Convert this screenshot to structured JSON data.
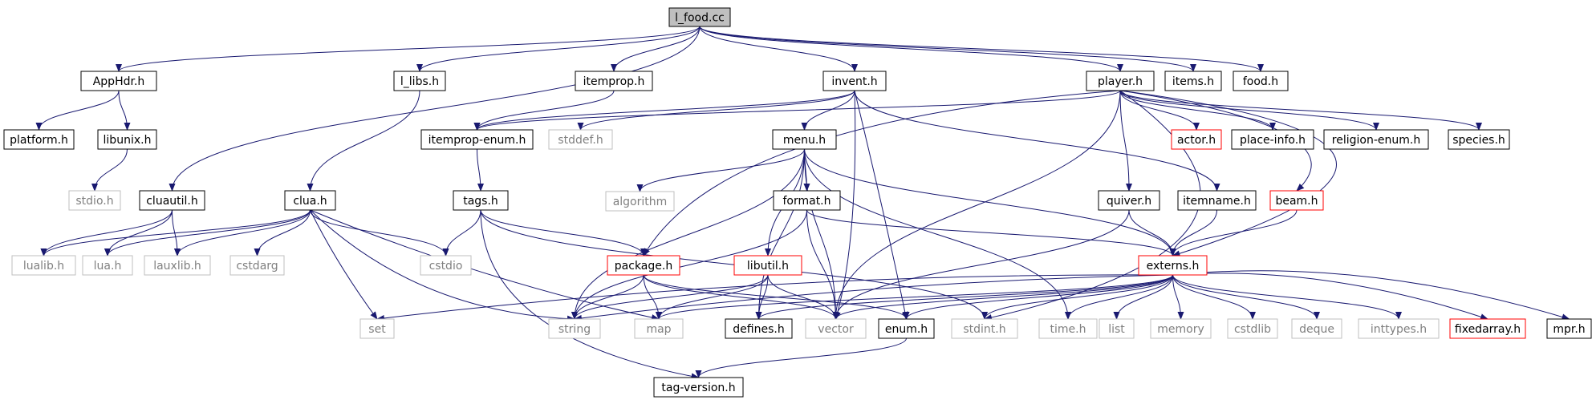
{
  "colors": {
    "edge": "#191970",
    "root_fill": "#bfbfbf",
    "border_black": "#000000",
    "border_red": "#ff0000",
    "border_gray": "#bfbfbf",
    "text_dark": "#000000",
    "text_gray": "#808080"
  },
  "nodes": [
    {
      "id": "l_food_cc",
      "label": "l_food.cc",
      "style": "root"
    },
    {
      "id": "apphdr",
      "label": "AppHdr.h",
      "style": "black"
    },
    {
      "id": "l_libs",
      "label": "l_libs.h",
      "style": "black"
    },
    {
      "id": "itemprop",
      "label": "itemprop.h",
      "style": "black"
    },
    {
      "id": "invent",
      "label": "invent.h",
      "style": "black"
    },
    {
      "id": "player",
      "label": "player.h",
      "style": "black"
    },
    {
      "id": "items",
      "label": "items.h",
      "style": "black"
    },
    {
      "id": "food",
      "label": "food.h",
      "style": "black"
    },
    {
      "id": "platform",
      "label": "platform.h",
      "style": "black"
    },
    {
      "id": "libunix",
      "label": "libunix.h",
      "style": "black"
    },
    {
      "id": "itemprop_enum",
      "label": "itemprop-enum.h",
      "style": "black"
    },
    {
      "id": "stddef",
      "label": "stddef.h",
      "style": "gray"
    },
    {
      "id": "menu",
      "label": "menu.h",
      "style": "black"
    },
    {
      "id": "actor",
      "label": "actor.h",
      "style": "red"
    },
    {
      "id": "place_info",
      "label": "place-info.h",
      "style": "black"
    },
    {
      "id": "religion_enum",
      "label": "religion-enum.h",
      "style": "black"
    },
    {
      "id": "species",
      "label": "species.h",
      "style": "black"
    },
    {
      "id": "stdio",
      "label": "stdio.h",
      "style": "gray"
    },
    {
      "id": "cluautil",
      "label": "cluautil.h",
      "style": "black"
    },
    {
      "id": "clua",
      "label": "clua.h",
      "style": "black"
    },
    {
      "id": "tags",
      "label": "tags.h",
      "style": "black"
    },
    {
      "id": "algorithm",
      "label": "algorithm",
      "style": "gray"
    },
    {
      "id": "format",
      "label": "format.h",
      "style": "black"
    },
    {
      "id": "quiver",
      "label": "quiver.h",
      "style": "black"
    },
    {
      "id": "itemname",
      "label": "itemname.h",
      "style": "black"
    },
    {
      "id": "beam",
      "label": "beam.h",
      "style": "red"
    },
    {
      "id": "lualib",
      "label": "lualib.h",
      "style": "gray"
    },
    {
      "id": "lua",
      "label": "lua.h",
      "style": "gray"
    },
    {
      "id": "lauxlib",
      "label": "lauxlib.h",
      "style": "gray"
    },
    {
      "id": "cstdarg",
      "label": "cstdarg",
      "style": "gray"
    },
    {
      "id": "cstdio",
      "label": "cstdio",
      "style": "gray"
    },
    {
      "id": "package",
      "label": "package.h",
      "style": "red"
    },
    {
      "id": "libutil",
      "label": "libutil.h",
      "style": "red"
    },
    {
      "id": "externs",
      "label": "externs.h",
      "style": "red"
    },
    {
      "id": "set",
      "label": "set",
      "style": "gray"
    },
    {
      "id": "string",
      "label": "string",
      "style": "gray"
    },
    {
      "id": "map",
      "label": "map",
      "style": "gray"
    },
    {
      "id": "defines",
      "label": "defines.h",
      "style": "black"
    },
    {
      "id": "vector",
      "label": "vector",
      "style": "gray"
    },
    {
      "id": "enum",
      "label": "enum.h",
      "style": "black"
    },
    {
      "id": "stdint",
      "label": "stdint.h",
      "style": "gray"
    },
    {
      "id": "time",
      "label": "time.h",
      "style": "gray"
    },
    {
      "id": "list",
      "label": "list",
      "style": "gray"
    },
    {
      "id": "memory",
      "label": "memory",
      "style": "gray"
    },
    {
      "id": "cstdlib",
      "label": "cstdlib",
      "style": "gray"
    },
    {
      "id": "deque",
      "label": "deque",
      "style": "gray"
    },
    {
      "id": "inttypes",
      "label": "inttypes.h",
      "style": "gray"
    },
    {
      "id": "fixedarray",
      "label": "fixedarray.h",
      "style": "red"
    },
    {
      "id": "mpr",
      "label": "mpr.h",
      "style": "black"
    },
    {
      "id": "tag_version",
      "label": "tag-version.h",
      "style": "black"
    }
  ],
  "edges": [
    [
      "l_food_cc",
      "apphdr"
    ],
    [
      "l_food_cc",
      "l_libs"
    ],
    [
      "l_food_cc",
      "itemprop"
    ],
    [
      "l_food_cc",
      "invent"
    ],
    [
      "l_food_cc",
      "player"
    ],
    [
      "l_food_cc",
      "items"
    ],
    [
      "l_food_cc",
      "food"
    ],
    [
      "l_food_cc",
      "cluautil"
    ],
    [
      "apphdr",
      "platform"
    ],
    [
      "apphdr",
      "libunix"
    ],
    [
      "libunix",
      "stdio"
    ],
    [
      "l_libs",
      "clua"
    ],
    [
      "itemprop",
      "itemprop_enum"
    ],
    [
      "invent",
      "itemprop_enum"
    ],
    [
      "invent",
      "stddef"
    ],
    [
      "invent",
      "menu"
    ],
    [
      "invent",
      "vector"
    ],
    [
      "invent",
      "enum"
    ],
    [
      "invent",
      "itemname"
    ],
    [
      "player",
      "itemprop_enum"
    ],
    [
      "player",
      "package"
    ],
    [
      "player",
      "actor"
    ],
    [
      "player",
      "place_info"
    ],
    [
      "player",
      "religion_enum"
    ],
    [
      "player",
      "species"
    ],
    [
      "player",
      "quiver"
    ],
    [
      "player",
      "beam"
    ],
    [
      "player",
      "externs"
    ],
    [
      "player",
      "vector"
    ],
    [
      "player",
      "stdint"
    ],
    [
      "itemprop_enum",
      "tags"
    ],
    [
      "menu",
      "algorithm"
    ],
    [
      "menu",
      "format"
    ],
    [
      "menu",
      "string"
    ],
    [
      "menu",
      "libutil"
    ],
    [
      "menu",
      "defines"
    ],
    [
      "menu",
      "vector"
    ],
    [
      "menu",
      "externs"
    ],
    [
      "menu",
      "time"
    ],
    [
      "cluautil",
      "lualib"
    ],
    [
      "cluautil",
      "lua"
    ],
    [
      "cluautil",
      "lauxlib"
    ],
    [
      "clua",
      "lualib"
    ],
    [
      "clua",
      "lua"
    ],
    [
      "clua",
      "lauxlib"
    ],
    [
      "clua",
      "cstdarg"
    ],
    [
      "clua",
      "cstdio"
    ],
    [
      "clua",
      "set"
    ],
    [
      "clua",
      "string"
    ],
    [
      "clua",
      "map"
    ],
    [
      "tags",
      "cstdio"
    ],
    [
      "tags",
      "package"
    ],
    [
      "tags",
      "stdint"
    ],
    [
      "tags",
      "tag_version"
    ],
    [
      "format",
      "string"
    ],
    [
      "format",
      "vector"
    ],
    [
      "format",
      "externs"
    ],
    [
      "quiver",
      "externs"
    ],
    [
      "quiver",
      "vector"
    ],
    [
      "itemname",
      "externs"
    ],
    [
      "beam",
      "externs"
    ],
    [
      "package",
      "string"
    ],
    [
      "package",
      "map"
    ],
    [
      "package",
      "vector"
    ],
    [
      "package",
      "enum"
    ],
    [
      "libutil",
      "string"
    ],
    [
      "libutil",
      "map"
    ],
    [
      "libutil",
      "defines"
    ],
    [
      "libutil",
      "vector"
    ],
    [
      "externs",
      "set"
    ],
    [
      "externs",
      "string"
    ],
    [
      "externs",
      "map"
    ],
    [
      "externs",
      "defines"
    ],
    [
      "externs",
      "vector"
    ],
    [
      "externs",
      "enum"
    ],
    [
      "externs",
      "stdint"
    ],
    [
      "externs",
      "time"
    ],
    [
      "externs",
      "list"
    ],
    [
      "externs",
      "memory"
    ],
    [
      "externs",
      "cstdlib"
    ],
    [
      "externs",
      "deque"
    ],
    [
      "externs",
      "inttypes"
    ],
    [
      "externs",
      "fixedarray"
    ],
    [
      "externs",
      "mpr"
    ],
    [
      "enum",
      "tag_version"
    ]
  ]
}
